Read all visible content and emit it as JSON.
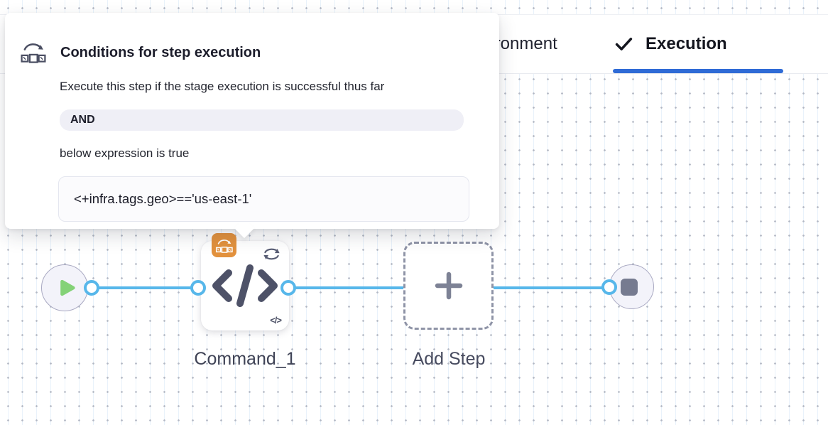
{
  "tabs": {
    "environment_label": "Environment",
    "execution_label": "Execution"
  },
  "popover": {
    "title": "Conditions for step execution",
    "description": "Execute this step if the stage execution is successful thus far",
    "operator": "AND",
    "condition_intro": "below expression is true",
    "expression": "<+infra.tags.geo>=='us-east-1'"
  },
  "canvas": {
    "step_label": "Command_1",
    "add_step_label": "Add Step",
    "step_type_glyph": "</>"
  },
  "colors": {
    "accent-blue": "#2f6bd6",
    "connector-blue": "#57b7ea",
    "badge-orange": "#e2913d",
    "play-green": "#84d277",
    "icon-slate": "#4e5268"
  }
}
